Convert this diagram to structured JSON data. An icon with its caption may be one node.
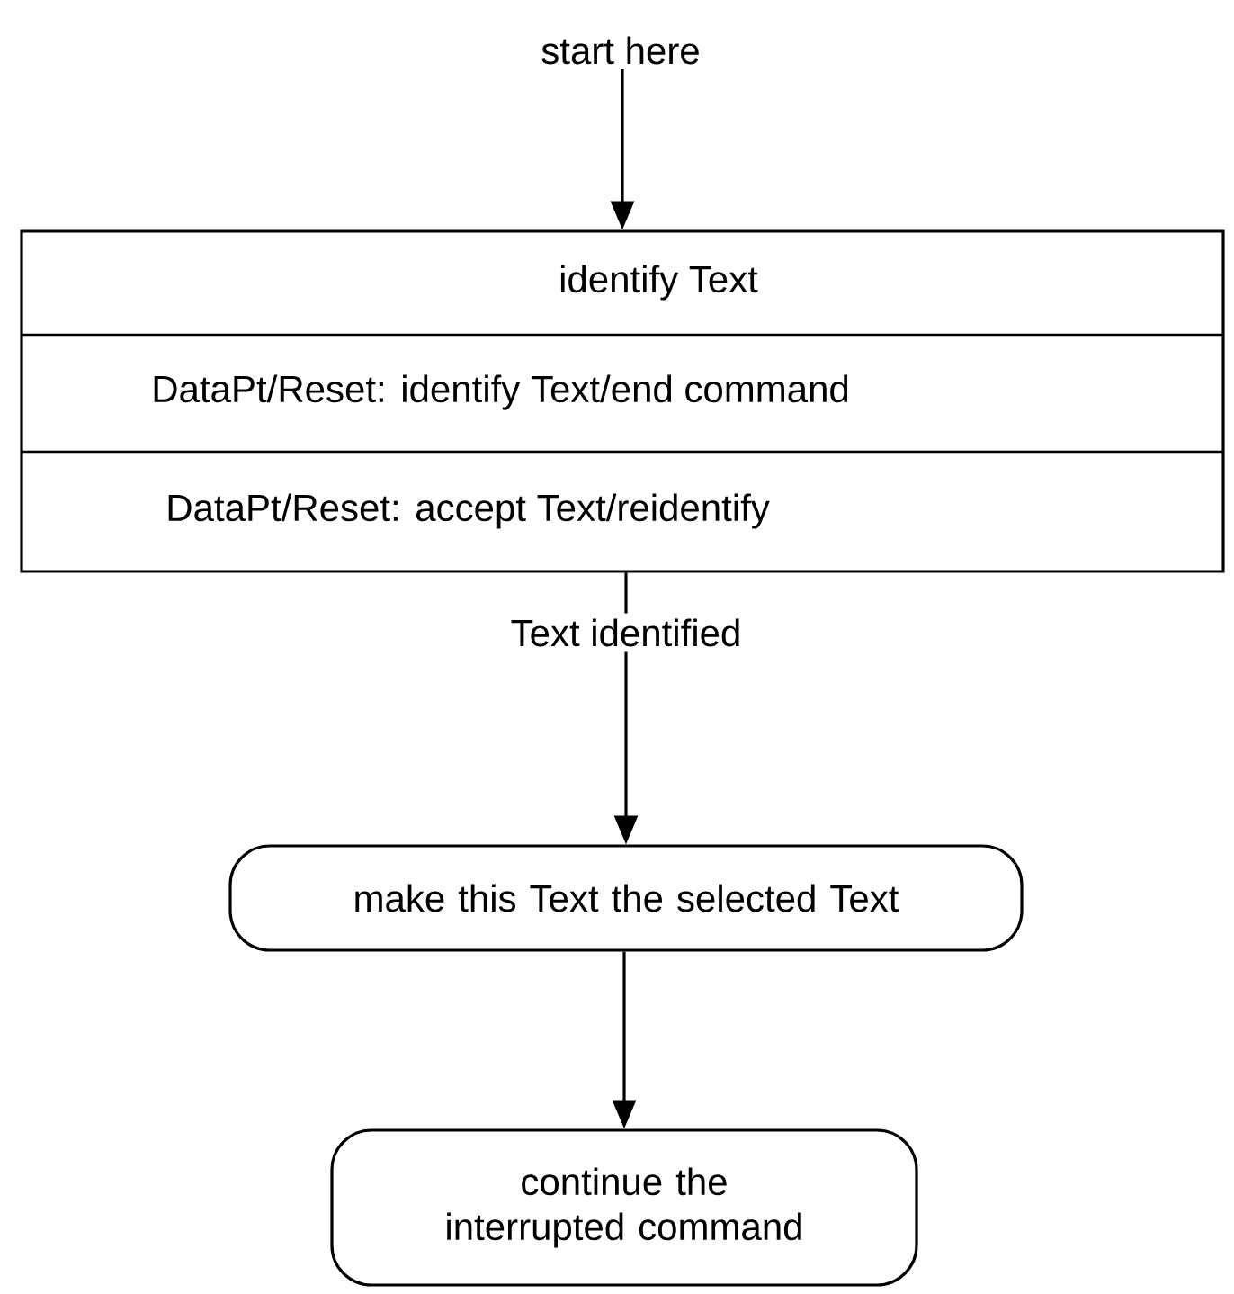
{
  "diagram": {
    "nodes": [
      {
        "text": [
          "start here"
        ]
      },
      {
        "text": [
          "identify Text",
          "DataPt/Reset: identify Text/end command",
          "DataPt/Reset: accept Text/reidentify"
        ]
      },
      {
        "text": [
          "make this Text the selected Text"
        ]
      },
      {
        "text": [
          "continue the interrupted command"
        ]
      }
    ],
    "edges": [
      {
        "from": 0,
        "to": 1,
        "arrow": "to"
      },
      {
        "from": 1,
        "to": 2,
        "arrow": "to",
        "label": "Text identified"
      },
      {
        "from": 2,
        "to": 3,
        "arrow": "to"
      }
    ]
  }
}
